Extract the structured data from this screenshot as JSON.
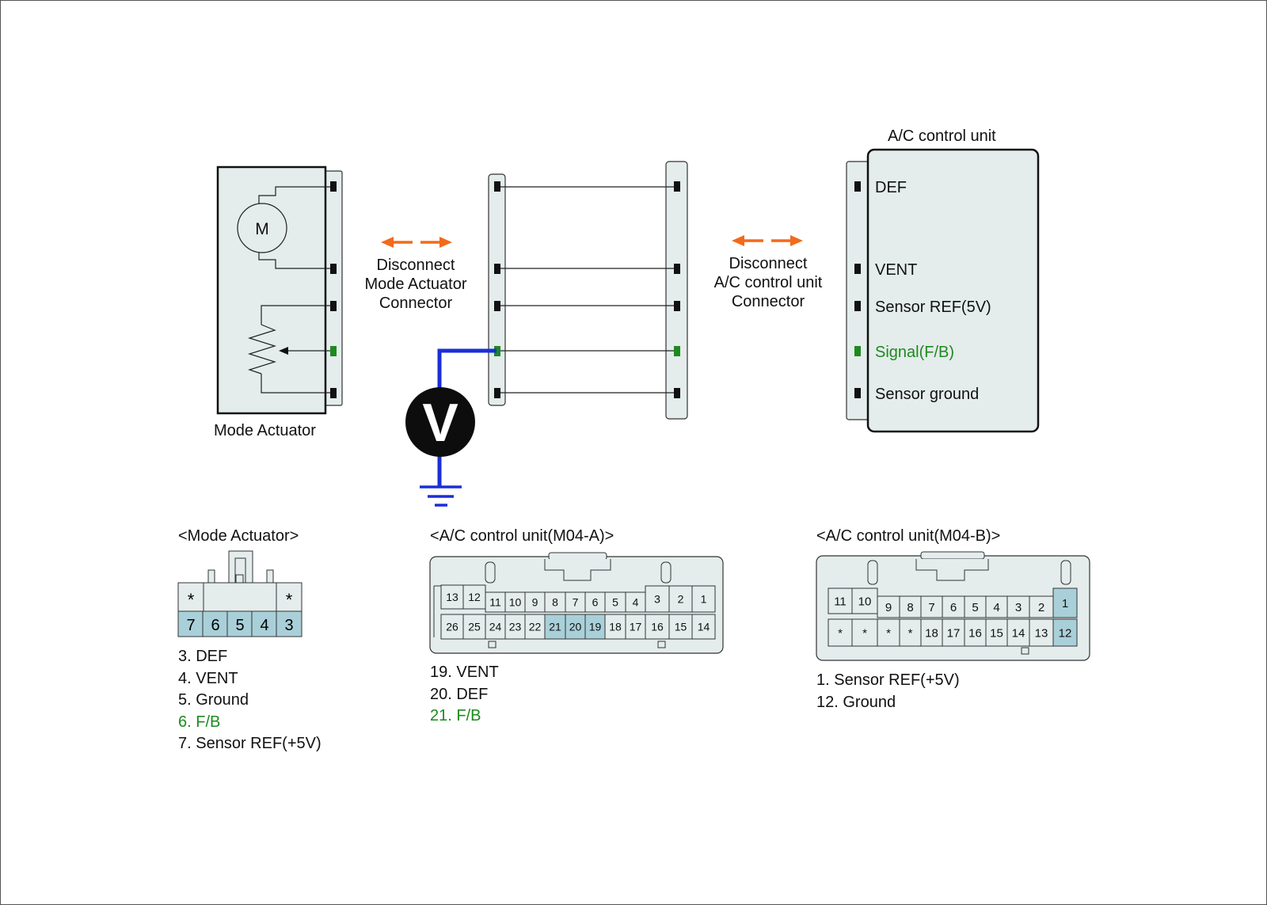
{
  "labels": {
    "ac_unit_title": "A/C control unit",
    "mode_actuator_title": "Mode Actuator",
    "disconnect_left": [
      "Disconnect",
      "Mode Actuator",
      "Connector"
    ],
    "disconnect_right": [
      "Disconnect",
      "A/C control unit",
      "Connector"
    ],
    "motor_symbol": "M",
    "voltmeter_symbol": "V",
    "ac_pins": [
      "DEF",
      "VENT",
      "Sensor REF(5V)",
      "Signal(F/B)",
      "Sensor ground"
    ]
  },
  "connector_views": {
    "mode_actuator": {
      "title": "<Mode Actuator>",
      "top_row": [
        "*",
        "*"
      ],
      "bottom_row": [
        "7",
        "6",
        "5",
        "4",
        "3"
      ],
      "pins": [
        "3. DEF",
        "4. VENT",
        "5. Ground",
        "6. F/B",
        "7. Sensor REF(+5V)"
      ]
    },
    "m04a": {
      "title": "<A/C control unit(M04-A)>",
      "top_row": [
        "13",
        "12",
        "11",
        "10",
        "9",
        "8",
        "7",
        "6",
        "5",
        "4",
        "3",
        "2",
        "1"
      ],
      "bottom_row": [
        "26",
        "25",
        "24",
        "23",
        "22",
        "21",
        "20",
        "19",
        "18",
        "17",
        "16",
        "15",
        "14"
      ],
      "pins": [
        "19. VENT",
        "20. DEF",
        "21. F/B"
      ]
    },
    "m04b": {
      "title": "<A/C control unit(M04-B)>",
      "top_row": [
        "11",
        "10",
        "9",
        "8",
        "7",
        "6",
        "5",
        "4",
        "3",
        "2",
        "1"
      ],
      "bottom_row": [
        "*",
        "*",
        "*",
        "*",
        "18",
        "17",
        "16",
        "15",
        "14",
        "13",
        "12"
      ],
      "pins": [
        "1. Sensor REF(+5V)",
        "12. Ground"
      ]
    }
  },
  "colors": {
    "signal_green": "#1e8a1e",
    "probe_blue": "#1a2fd6",
    "arrow_orange": "#f26a1b",
    "highlight_pin": "#a9d0d9",
    "panel_fill": "#e4ecec"
  }
}
